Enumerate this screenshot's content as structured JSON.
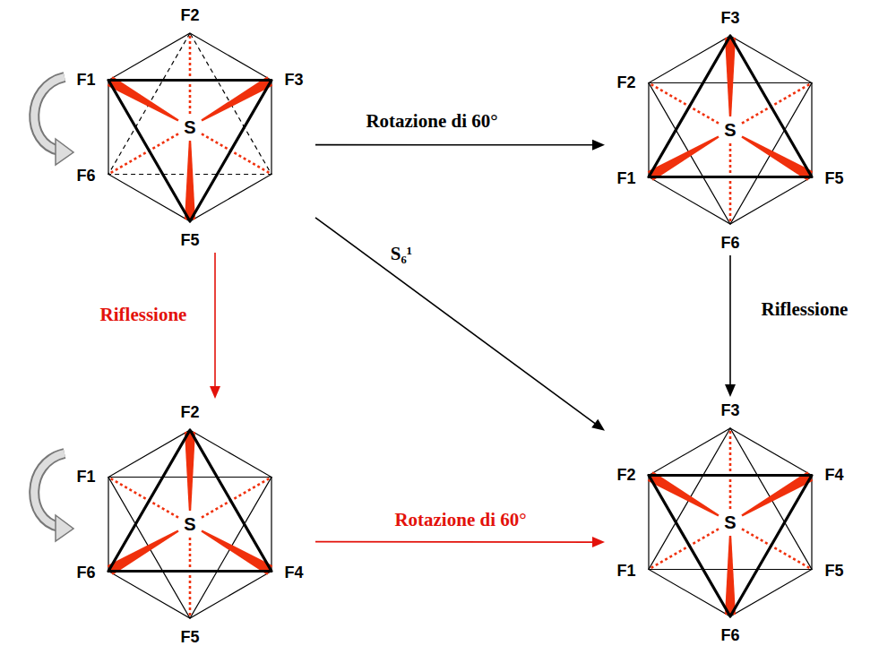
{
  "diagram": {
    "nodes": [
      {
        "text": [
          "F2",
          "F1",
          "F3",
          "S",
          "F6",
          "F5"
        ]
      },
      {
        "text": [
          "F3",
          "F2",
          "S",
          "F1",
          "F5",
          "F6"
        ]
      },
      {
        "text": [
          "F2",
          "F1",
          "S",
          "F6",
          "F4",
          "F5"
        ]
      },
      {
        "text": [
          "F3",
          "F2",
          "F4",
          "S",
          "F1",
          "F5",
          "F6"
        ]
      }
    ],
    "edges": [
      {
        "from": 0,
        "to": 1,
        "label": "Rotazione di 60°",
        "arrow": "to"
      },
      {
        "from": 0,
        "to": 2,
        "label": "Riflessione",
        "arrow": "to"
      },
      {
        "from": 0,
        "to": 3,
        "label": "S₆¹",
        "arrow": "to"
      },
      {
        "from": 1,
        "to": 3,
        "label": "Riflessione",
        "arrow": "to"
      },
      {
        "from": 2,
        "to": 3,
        "label": "Rotazione di 60°",
        "arrow": "to"
      }
    ]
  }
}
